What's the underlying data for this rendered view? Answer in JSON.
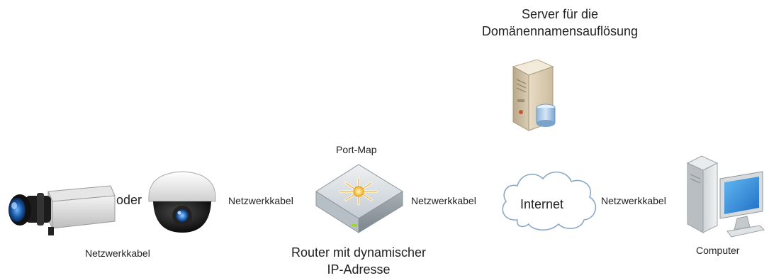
{
  "labels": {
    "dns_server_line1": "Server für die",
    "dns_server_line2": "Domänennamensauflösung",
    "port_map": "Port-Map",
    "or": "oder",
    "cable_camera_router": "Netzwerkkabel",
    "cable_router_internet": "Netzwerkkabel",
    "internet": "Internet",
    "cable_internet_computer": "Netzwerkkabel",
    "cable_bottom": "Netzwerkkabel",
    "router_line1": "Router mit dynamischer",
    "router_line2": "IP-Adresse",
    "computer": "Computer"
  },
  "icons": {
    "box_camera": "box-camera-icon",
    "dome_camera": "dome-camera-icon",
    "router": "router-icon",
    "cloud": "cloud-icon",
    "server": "server-icon",
    "computer": "computer-icon"
  },
  "colors": {
    "accent_blue": "#2f7fd0",
    "router_star": "#f0b020",
    "router_led": "#9bd23a",
    "text": "#222222"
  }
}
